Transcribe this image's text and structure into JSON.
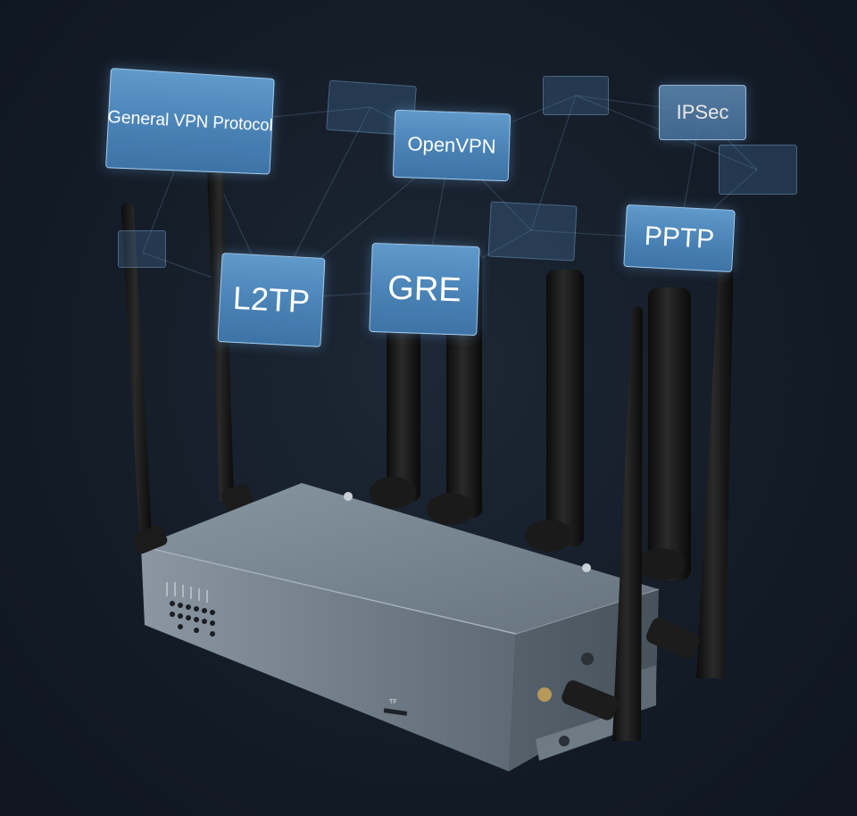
{
  "protocols": {
    "general": "General VPN Protocol",
    "openvpn": "OpenVPN",
    "ipsec": "IPSec",
    "pptp": "PPTP",
    "l2tp": "L2TP",
    "gre": "GRE"
  },
  "router": {
    "tf_label": "TF"
  },
  "colors": {
    "background": "#141c27",
    "tag_fill": "#4a82b5",
    "tag_border": "#bee1ff",
    "antenna": "#151515",
    "router_top": "#7a8893",
    "router_front": "#6b7782"
  }
}
